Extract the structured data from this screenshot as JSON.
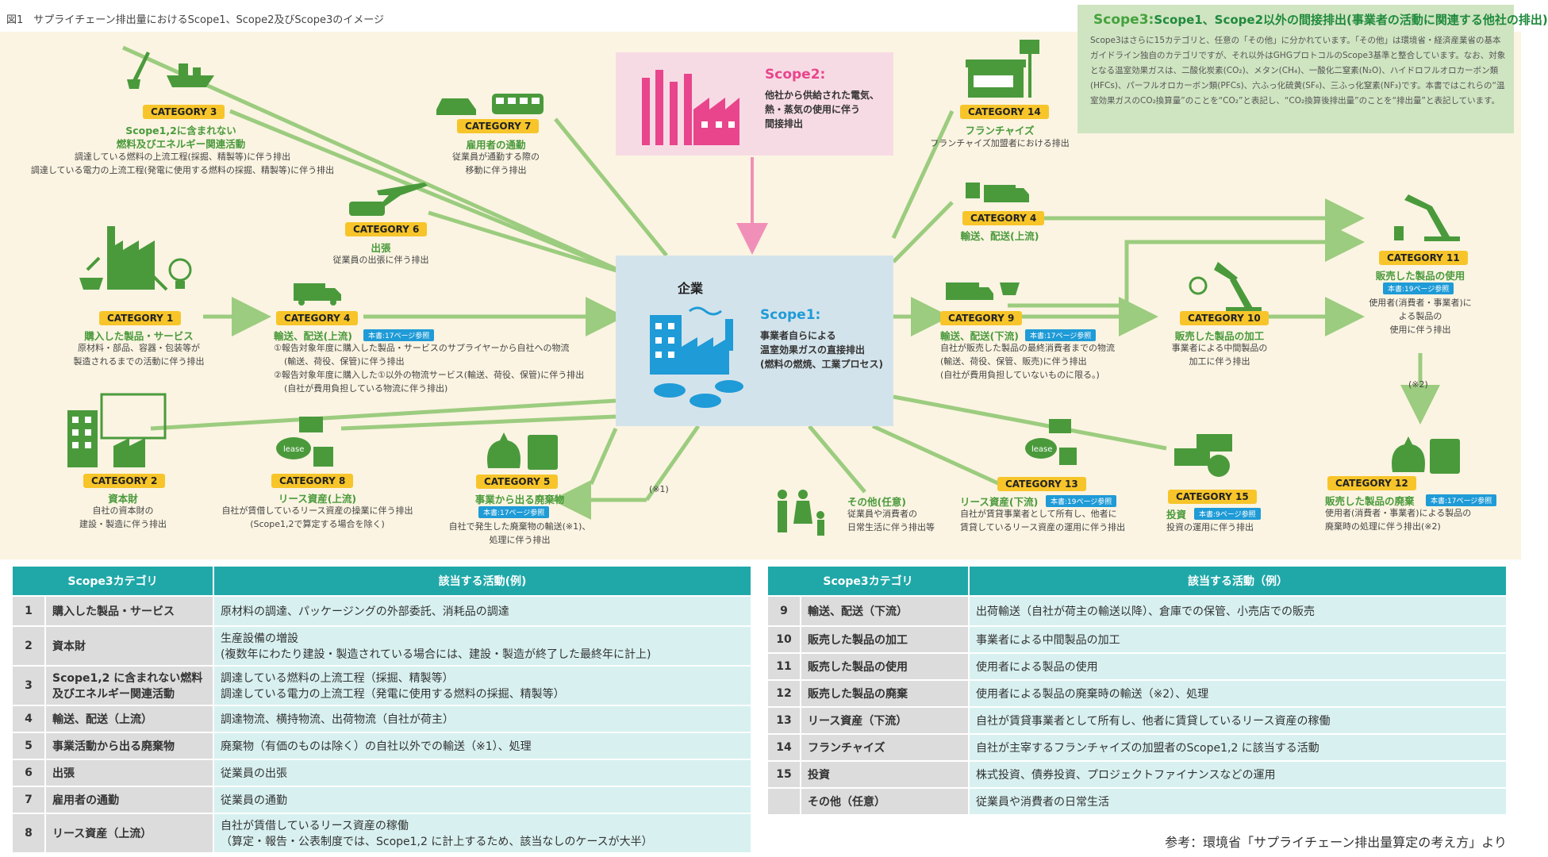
{
  "figure_title": "図1　サプライチェーン排出量におけるScope1、Scope2及びScope3のイメージ",
  "scope3": {
    "label": "Scope3:",
    "title": "Scope1、Scope2以外の間接排出(事業者の活動に関連する他社の排出)",
    "text": "Scope3はさらに15カテゴリと、任意の「その他」に分かれています。「その他」は環境省・経済産業省の基本ガイドライン独自のカテゴリですが、それ以外はGHGプロトコルのScope3基準と整合しています。なお、対象となる温室効果ガスは、二酸化炭素(CO₂)、メタン(CH₄)、一酸化二窒素(N₂O)、ハイドロフルオロカーボン類(HFCs)、パーフルオロカーボン類(PFCs)、六ふっ化硫黄(SF₆)、三ふっ化窒素(NF₃)です。本書ではこれらの“温室効果ガスのCO₂換算量”のことを“CO₂”と表記し、“CO₂換算後排出量”のことを“排出量”と表記しています。"
  },
  "scope2": {
    "label": "Scope2:",
    "desc1": "他社から供給された電気、",
    "desc2": "熱・蒸気の使用に伴う",
    "desc3": "間接排出"
  },
  "company": {
    "label": "企業",
    "scope1_label": "Scope1:",
    "desc1": "事業者自らによる",
    "desc2": "温室効果ガスの直接排出",
    "desc3": "(燃料の燃焼、工業プロセス)"
  },
  "categories": {
    "c1": {
      "badge": "CATEGORY 1",
      "name": "購入した製品・サービス",
      "d1": "原材料・部品、容器・包装等が",
      "d2": "製造されるまでの活動に伴う排出"
    },
    "c2": {
      "badge": "CATEGORY 2",
      "name": "資本財",
      "d1": "自社の資本財の",
      "d2": "建設・製造に伴う排出"
    },
    "c3": {
      "badge": "CATEGORY 3",
      "name1": "Scope1,2に含まれない",
      "name2": "燃料及びエネルギー関連活動",
      "d1": "調達している燃料の上流工程(採掘、精製等)に伴う排出",
      "d2": "調達している電力の上流工程(発電に使用する燃料の採掘、精製等)に伴う排出"
    },
    "c4": {
      "badge": "CATEGORY 4",
      "name": "輸送、配送(上流)",
      "ref": "本書:17ページ参照",
      "d1": "①報告対象年度に購入した製品・サービスのサプライヤーから自社への物流",
      "d2": "(輸送、荷役、保管)に伴う排出",
      "d3": "②報告対象年度に購入した①以外の物流サービス(輸送、荷役、保管)に伴う排出",
      "d4": "(自社が費用負担している物流に伴う排出)"
    },
    "c4b": {
      "badge": "CATEGORY 4",
      "name": "輸送、配送(上流)"
    },
    "c5": {
      "badge": "CATEGORY 5",
      "name": "事業から出る廃棄物",
      "ref": "本書:17ページ参照",
      "d1": "自社で発生した廃棄物の輸送(※1)、",
      "d2": "処理に伴う排出"
    },
    "c6": {
      "badge": "CATEGORY 6",
      "name": "出張",
      "d1": "従業員の出張に伴う排出"
    },
    "c7": {
      "badge": "CATEGORY 7",
      "name": "雇用者の通勤",
      "d1": "従業員が通勤する際の",
      "d2": "移動に伴う排出"
    },
    "c8": {
      "badge": "CATEGORY 8",
      "name": "リース資産(上流)",
      "d1": "自社が賃借しているリース資産の操業に伴う排出",
      "d2": "(Scope1,2で算定する場合を除く)"
    },
    "c9": {
      "badge": "CATEGORY 9",
      "name": "輸送、配送(下流)",
      "ref": "本書:17ページ参照",
      "d1": "自社が販売した製品の最終消費者までの物流",
      "d2": "(輸送、荷役、保管、販売)に伴う排出",
      "d3": "(自社が費用負担していないものに限る。)"
    },
    "c10": {
      "badge": "CATEGORY 10",
      "name": "販売した製品の加工",
      "d1": "事業者による中間製品の",
      "d2": "加工に伴う排出"
    },
    "c11": {
      "badge": "CATEGORY 11",
      "name": "販売した製品の使用",
      "ref": "本書:19ページ参照",
      "d1": "使用者(消費者・事業者)に",
      "d2": "よる製品の",
      "d3": "使用に伴う排出"
    },
    "c12": {
      "badge": "CATEGORY 12",
      "name": "販売した製品の廃棄",
      "ref": "本書:17ページ参照",
      "d1": "使用者(消費者・事業者)による製品の",
      "d2": "廃棄時の処理に伴う排出(※2)"
    },
    "c13": {
      "badge": "CATEGORY 13",
      "name": "リース資産(下流)",
      "ref": "本書:19ページ参照",
      "d1": "自社が賃貸事業者として所有し、他者に",
      "d2": "賃貸しているリース資産の運用に伴う排出"
    },
    "c14": {
      "badge": "CATEGORY 14",
      "name": "フランチャイズ",
      "d1": "フランチャイズ加盟者における排出"
    },
    "c15": {
      "badge": "CATEGORY 15",
      "name": "投資",
      "ref": "本書:9ページ参照",
      "d1": "投資の運用に伴う排出"
    },
    "other": {
      "name": "その他(任意)",
      "d1": "従業員や消費者の",
      "d2": "日常生活に伴う排出等"
    }
  },
  "notes": {
    "n1": "(※1)",
    "n2": "(※2)"
  },
  "table_left": {
    "header_cat": "Scope3カテゴリ",
    "header_act": "該当する活動(例)",
    "rows": [
      {
        "num": "1",
        "name": "購入した製品・サービス",
        "act1": "原材料の調達、パッケージングの外部委託、消耗品の調達",
        "act2": ""
      },
      {
        "num": "2",
        "name": "資本財",
        "act1": "生産設備の増設",
        "act2": "(複数年にわたり建設・製造されている場合には、建設・製造が終了した最終年に計上)"
      },
      {
        "num": "3",
        "name": "Scope1,2 に含まれない燃料",
        "name2": "及びエネルギー関連活動",
        "act1": "調達している燃料の上流工程（採掘、精製等）",
        "act2": "調達している電力の上流工程（発電に使用する燃料の採掘、精製等）"
      },
      {
        "num": "4",
        "name": "輸送、配送（上流）",
        "act1": "調達物流、横持物流、出荷物流（自社が荷主）",
        "act2": ""
      },
      {
        "num": "5",
        "name": "事業活動から出る廃棄物",
        "act1": "廃棄物（有価のものは除く）の自社以外での輸送（※1）、処理",
        "act2": ""
      },
      {
        "num": "6",
        "name": "出張",
        "act1": "従業員の出張",
        "act2": ""
      },
      {
        "num": "7",
        "name": "雇用者の通勤",
        "act1": "従業員の通勤",
        "act2": ""
      },
      {
        "num": "8",
        "name": "リース資産（上流）",
        "act1": "自社が賃借しているリース資産の稼働",
        "act2": "（算定・報告・公表制度では、Scope1,2 に計上するため、該当なしのケースが大半）"
      }
    ]
  },
  "table_right": {
    "header_cat": "Scope3カテゴリ",
    "header_act": "該当する活動（例）",
    "rows": [
      {
        "num": "9",
        "name": "輸送、配送（下流）",
        "act": "出荷輸送（自社が荷主の輸送以降）、倉庫での保管、小売店での販売"
      },
      {
        "num": "10",
        "name": "販売した製品の加工",
        "act": "事業者による中間製品の加工"
      },
      {
        "num": "11",
        "name": "販売した製品の使用",
        "act": "使用者による製品の使用"
      },
      {
        "num": "12",
        "name": "販売した製品の廃棄",
        "act": "使用者による製品の廃棄時の輸送（※2）、処理"
      },
      {
        "num": "13",
        "name": "リース資産（下流）",
        "act": "自社が賃貸事業者として所有し、他者に賃貸しているリース資産の稼働"
      },
      {
        "num": "14",
        "name": "フランチャイズ",
        "act": "自社が主宰するフランチャイズの加盟者のScope1,2 に該当する活動"
      },
      {
        "num": "15",
        "name": "投資",
        "act": "株式投資、債券投資、プロジェクトファイナンスなどの運用"
      },
      {
        "num": "",
        "name": "その他（任意）",
        "act": "従業員や消費者の日常生活"
      }
    ]
  },
  "source": "参考：環境省「サプライチェーン排出量算定の考え方」より",
  "colors": {
    "green": "#4a9a3c",
    "line": "#9ccc7f",
    "yellow": "#f7c52a",
    "teal": "#20a8a9",
    "pink": "#e8458c",
    "blue": "#1f9bd7"
  },
  "icons": [
    "shovel-ship-icon",
    "cars-train-icon",
    "factory-pink-icon",
    "franchise-shop-icon",
    "airplane-train-icon",
    "truck-icon",
    "factory-icon",
    "bulb-icon",
    "building-icon",
    "lease-computer-icon",
    "waste-bag-icon",
    "trash-can-icon",
    "company-building-icon",
    "truck-cart-icon",
    "desk-lamp-icon",
    "money-icon",
    "family-icon"
  ]
}
